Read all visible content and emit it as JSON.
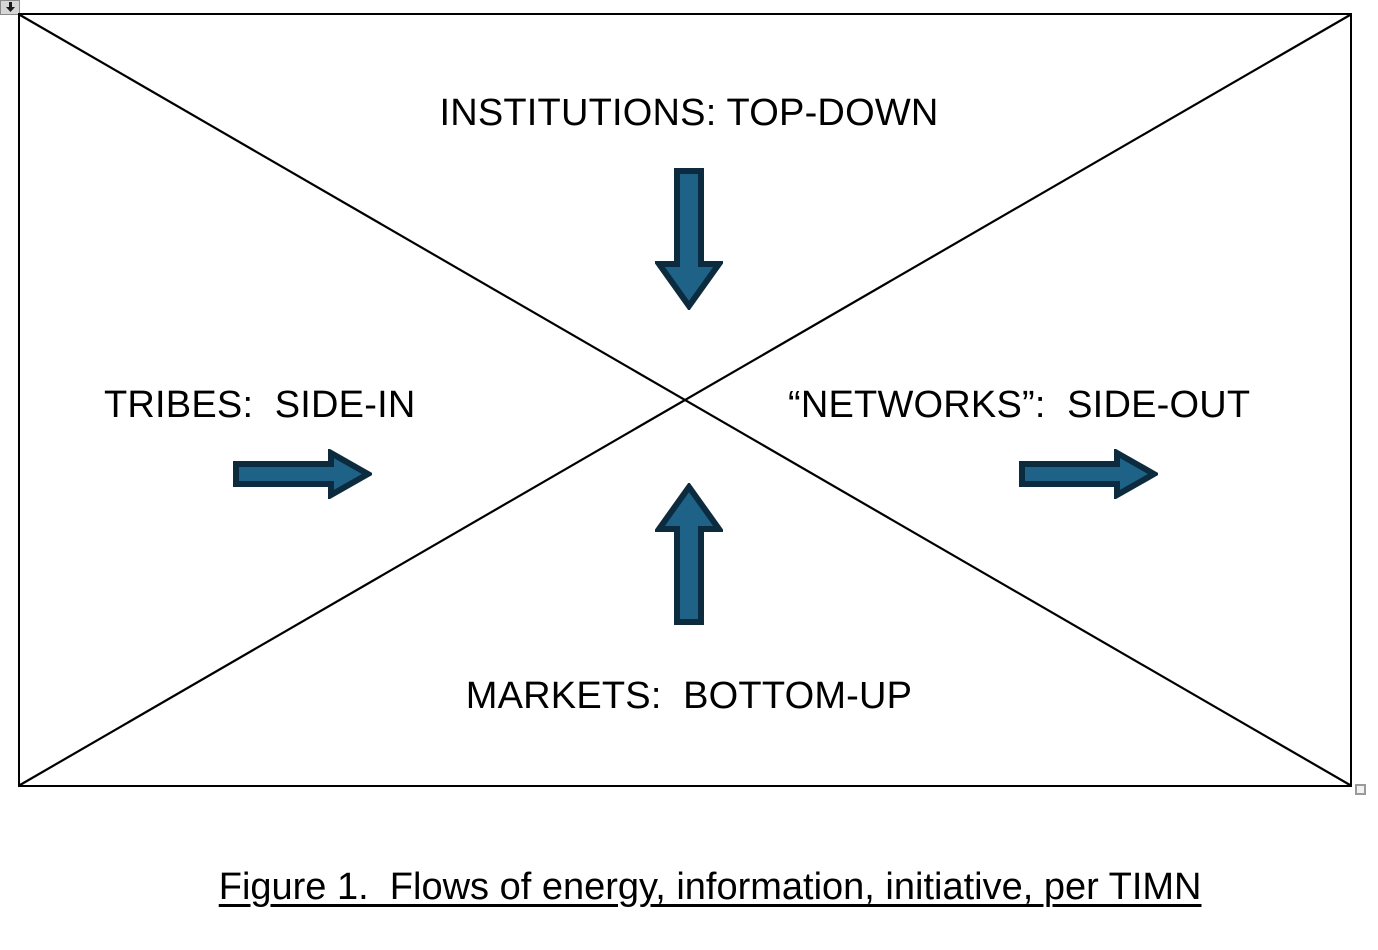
{
  "document": {
    "background_color": "#ffffff",
    "anchor_icon": "object-anchor-icon",
    "caret": "text-caret"
  },
  "figure": {
    "frame": {
      "border_color": "#000000",
      "fill_color": "#ffffff",
      "diagonals": "x-cross"
    },
    "labels": {
      "top": "INSTITUTIONS: TOP-DOWN",
      "left": "TRIBES:  SIDE-IN",
      "right": "“NETWORKS”:  SIDE-OUT",
      "bottom": "MARKETS:  BOTTOM-UP"
    },
    "arrows": [
      {
        "name": "arrow-down",
        "direction": "down",
        "label_ref": "top",
        "fill": "#1F6287",
        "stroke": "#0D2B3E"
      },
      {
        "name": "arrow-left-side",
        "direction": "right",
        "label_ref": "left",
        "fill": "#1F6287",
        "stroke": "#0D2B3E"
      },
      {
        "name": "arrow-right-side",
        "direction": "right",
        "label_ref": "right",
        "fill": "#1F6287",
        "stroke": "#0D2B3E"
      },
      {
        "name": "arrow-up",
        "direction": "up",
        "label_ref": "bottom",
        "fill": "#1F6287",
        "stroke": "#0D2B3E"
      }
    ],
    "caption": "Figure 1.  Flows of energy, information, initiative, per TIMN"
  },
  "colors": {
    "arrow_fill": "#1F6287",
    "arrow_stroke": "#0D2B3E",
    "line": "#000000",
    "text": "#000000",
    "handle": "#9a9a9a"
  },
  "selection": {
    "resize_handle": "bottom-right-resize-handle"
  }
}
